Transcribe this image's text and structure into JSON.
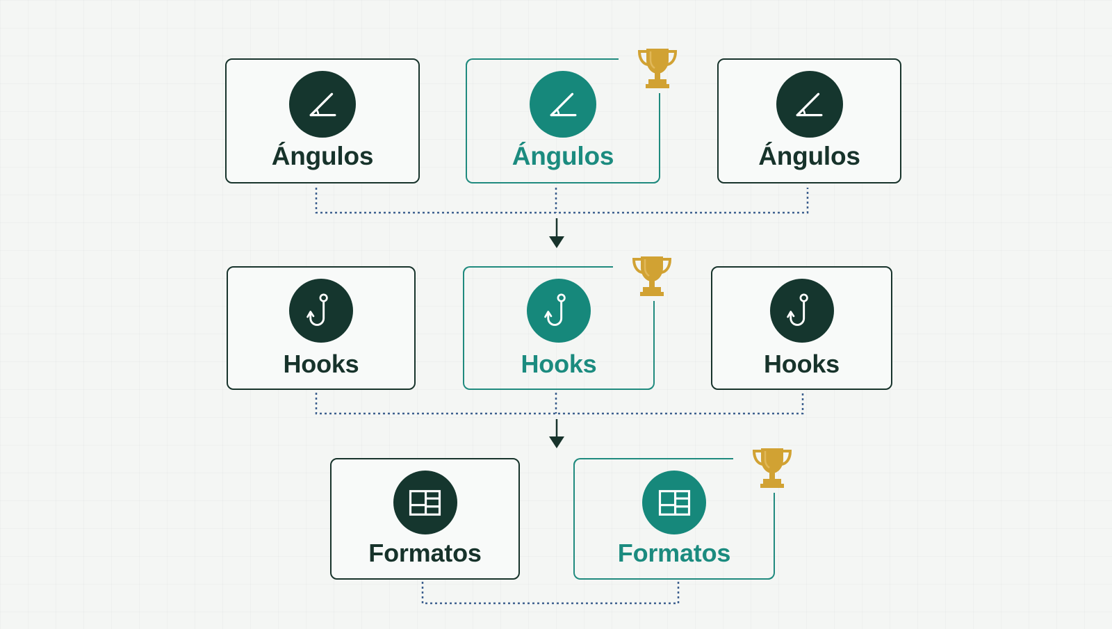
{
  "colors": {
    "dark": "#15362e",
    "teal": "#16887b",
    "gold": "#d1a233",
    "dotted": "#3c5f8e"
  },
  "rows": [
    {
      "cards": [
        {
          "label": "Ángulos",
          "icon": "angle-icon",
          "winner": false
        },
        {
          "label": "Ángulos",
          "icon": "angle-icon",
          "winner": true
        },
        {
          "label": "Ángulos",
          "icon": "angle-icon",
          "winner": false
        }
      ]
    },
    {
      "cards": [
        {
          "label": "Hooks",
          "icon": "hook-icon",
          "winner": false
        },
        {
          "label": "Hooks",
          "icon": "hook-icon",
          "winner": true
        },
        {
          "label": "Hooks",
          "icon": "hook-icon",
          "winner": false
        }
      ]
    },
    {
      "cards": [
        {
          "label": "Formatos",
          "icon": "layout-icon",
          "winner": false
        },
        {
          "label": "Formatos",
          "icon": "layout-icon",
          "winner": true
        }
      ]
    }
  ]
}
